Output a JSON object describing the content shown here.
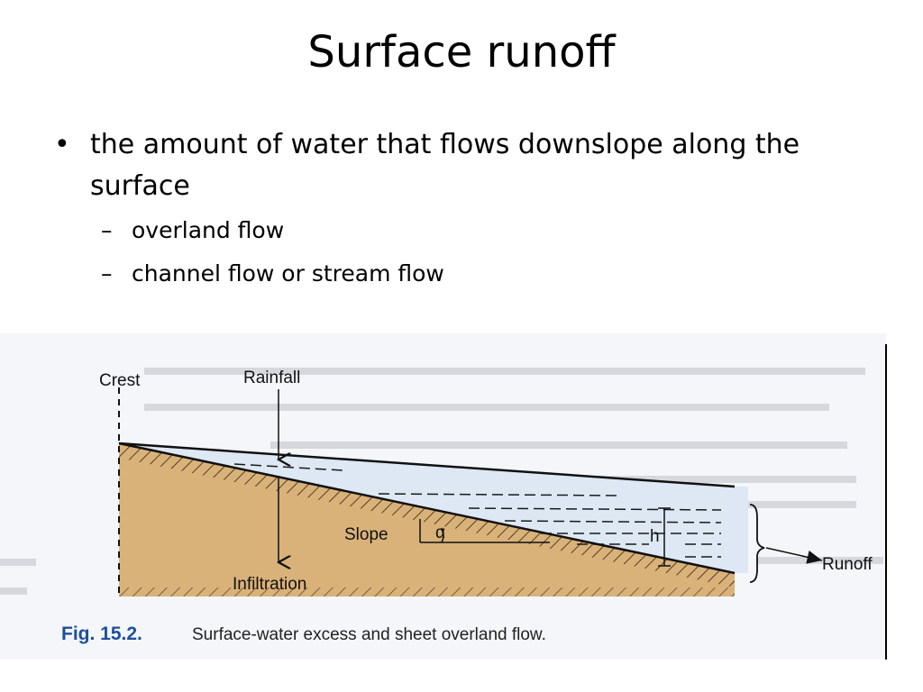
{
  "slide": {
    "title": "Surface runoff",
    "bullet_main": "the amount of water that flows downslope along the surface",
    "sub_bullets": [
      "overland flow",
      "channel flow or stream flow"
    ],
    "dash_glyph": "–",
    "dot_glyph": "•"
  },
  "figure": {
    "labels": {
      "crest": "Crest",
      "rainfall": "Rainfall",
      "slope": "Slope",
      "alpha": "α",
      "h": "h",
      "infiltration": "Infiltration",
      "runoff": "Runoff"
    },
    "caption_number": "Fig. 15.2.",
    "caption_text": "Surface-water excess and sheet overland flow.",
    "colors": {
      "soil": "#d9b27a",
      "water": "#dde8f4",
      "caption_blue": "#1f4e9c"
    }
  }
}
